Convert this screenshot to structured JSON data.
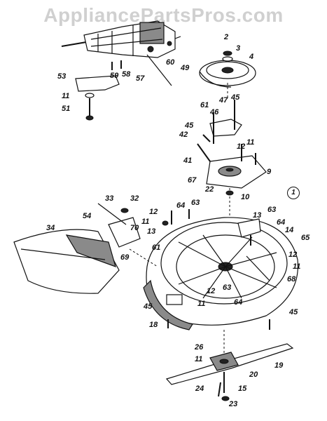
{
  "watermark": "AppliancePartsPros.com",
  "figure_mark": "1",
  "callouts": [
    {
      "id": "c2",
      "text": "2"
    },
    {
      "id": "c3",
      "text": "3"
    },
    {
      "id": "c4",
      "text": "4"
    },
    {
      "id": "c49",
      "text": "49"
    },
    {
      "id": "c60",
      "text": "60"
    },
    {
      "id": "c53",
      "text": "53"
    },
    {
      "id": "c59",
      "text": "59"
    },
    {
      "id": "c58",
      "text": "58"
    },
    {
      "id": "c57",
      "text": "57"
    },
    {
      "id": "c11a",
      "text": "11"
    },
    {
      "id": "c51",
      "text": "51"
    },
    {
      "id": "c47",
      "text": "47"
    },
    {
      "id": "c45a",
      "text": "45"
    },
    {
      "id": "c61a",
      "text": "61"
    },
    {
      "id": "c46",
      "text": "46"
    },
    {
      "id": "c45b",
      "text": "45"
    },
    {
      "id": "c42",
      "text": "42"
    },
    {
      "id": "c11b",
      "text": "11"
    },
    {
      "id": "c12a",
      "text": "12"
    },
    {
      "id": "c41",
      "text": "41"
    },
    {
      "id": "c9",
      "text": "9"
    },
    {
      "id": "c67",
      "text": "67"
    },
    {
      "id": "c22",
      "text": "22"
    },
    {
      "id": "c10",
      "text": "10"
    },
    {
      "id": "c33",
      "text": "33"
    },
    {
      "id": "c32",
      "text": "32"
    },
    {
      "id": "c12b",
      "text": "12"
    },
    {
      "id": "c64a",
      "text": "64"
    },
    {
      "id": "c63a",
      "text": "63"
    },
    {
      "id": "c54",
      "text": "54"
    },
    {
      "id": "c11c",
      "text": "11"
    },
    {
      "id": "c70",
      "text": "70"
    },
    {
      "id": "c34",
      "text": "34"
    },
    {
      "id": "c13a",
      "text": "13"
    },
    {
      "id": "c61b",
      "text": "61"
    },
    {
      "id": "c69",
      "text": "69"
    },
    {
      "id": "c13b",
      "text": "13"
    },
    {
      "id": "c63b",
      "text": "63"
    },
    {
      "id": "c64b",
      "text": "64"
    },
    {
      "id": "c14",
      "text": "14"
    },
    {
      "id": "c65",
      "text": "65"
    },
    {
      "id": "c12c",
      "text": "12"
    },
    {
      "id": "c11d",
      "text": "11"
    },
    {
      "id": "c68",
      "text": "68"
    },
    {
      "id": "c11e",
      "text": "11"
    },
    {
      "id": "c12d",
      "text": "12"
    },
    {
      "id": "c63c",
      "text": "63"
    },
    {
      "id": "c64c",
      "text": "64"
    },
    {
      "id": "c45c",
      "text": "45"
    },
    {
      "id": "c45d",
      "text": "45"
    },
    {
      "id": "c18",
      "text": "18"
    },
    {
      "id": "c26",
      "text": "26"
    },
    {
      "id": "c11f",
      "text": "11"
    },
    {
      "id": "c19",
      "text": "19"
    },
    {
      "id": "c20",
      "text": "20"
    },
    {
      "id": "c24",
      "text": "24"
    },
    {
      "id": "c15",
      "text": "15"
    },
    {
      "id": "c23",
      "text": "23"
    }
  ]
}
